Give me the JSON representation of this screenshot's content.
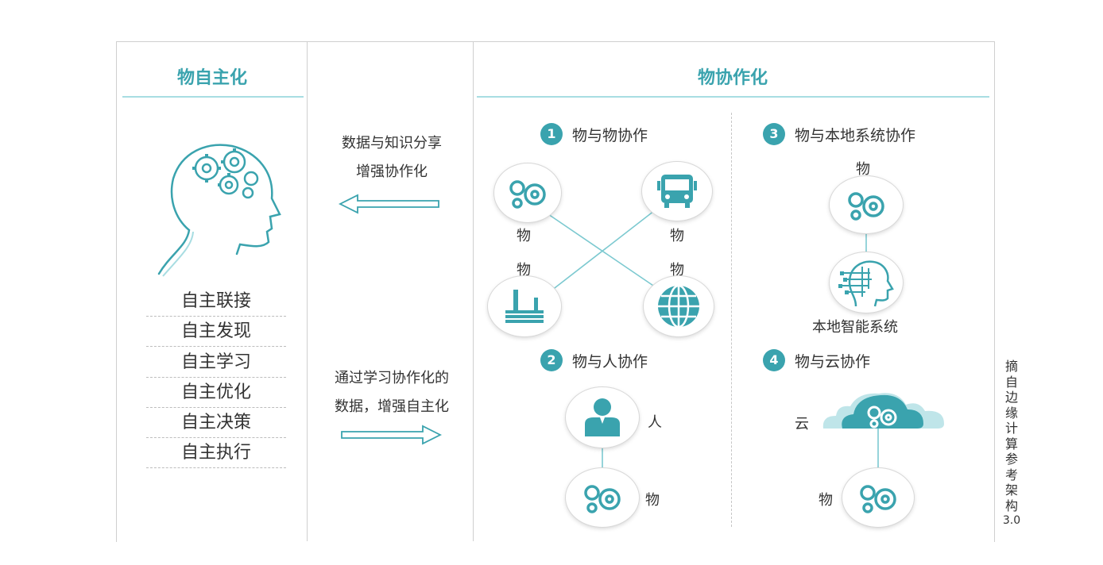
{
  "left": {
    "title": "物自主化",
    "abilities": [
      "自主联接",
      "自主发现",
      "自主学习",
      "自主优化",
      "自主决策",
      "自主执行"
    ]
  },
  "middle": {
    "top_line1": "数据与知识分享",
    "top_line2": "增强协作化",
    "bottom_line1": "通过学习协作化的",
    "bottom_line2": "数据，增强自主化"
  },
  "right": {
    "title": "物协作化",
    "sections": [
      {
        "num": "1",
        "title": "物与物协作",
        "labels": [
          "物",
          "物",
          "物",
          "物"
        ]
      },
      {
        "num": "2",
        "title": "物与人协作",
        "labels": [
          "人",
          "物"
        ]
      },
      {
        "num": "3",
        "title": "物与本地系统协作",
        "labels": [
          "物",
          "本地智能系统"
        ]
      },
      {
        "num": "4",
        "title": "物与云协作",
        "labels": [
          "云",
          "物"
        ]
      }
    ]
  },
  "source_note": [
    "摘",
    "自",
    "边",
    "缘",
    "计",
    "算",
    "参",
    "考",
    "架",
    "构",
    "3.0"
  ],
  "icons": {
    "head": "head-gears-icon",
    "gears": "gears-icon",
    "bus": "bus-icon",
    "factory": "factory-icon",
    "globe": "globe-icon",
    "person": "person-icon",
    "ai_head": "circuit-head-icon",
    "cloud": "cloud-gears-icon"
  },
  "colors": {
    "accent": "#3aa3ae",
    "accent_light": "#a8dde2"
  }
}
